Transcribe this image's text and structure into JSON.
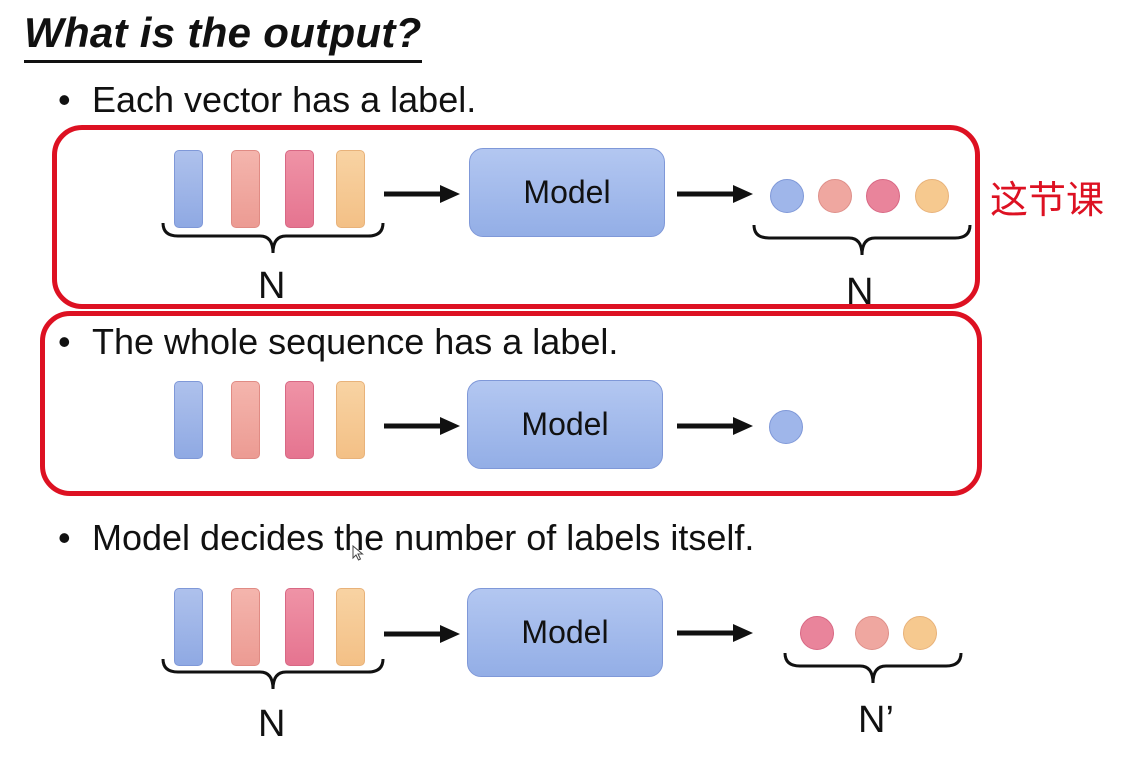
{
  "title": "What is the output?",
  "bullets": [
    "Each vector has a label.",
    "The whole sequence has a label.",
    "Model decides the number of labels itself."
  ],
  "bullet_symbol": "•",
  "model_label": "Model",
  "labels": {
    "n": "N",
    "n_prime": "N’"
  },
  "annotation": "这节课",
  "colors": {
    "highlight_box": "#dd1122",
    "vector_blue": "#8fa9e3",
    "vector_salmon": "#ec9b93",
    "vector_pink": "#e57490",
    "vector_orange": "#f3c086",
    "model_fill": "#a3bbeb"
  }
}
